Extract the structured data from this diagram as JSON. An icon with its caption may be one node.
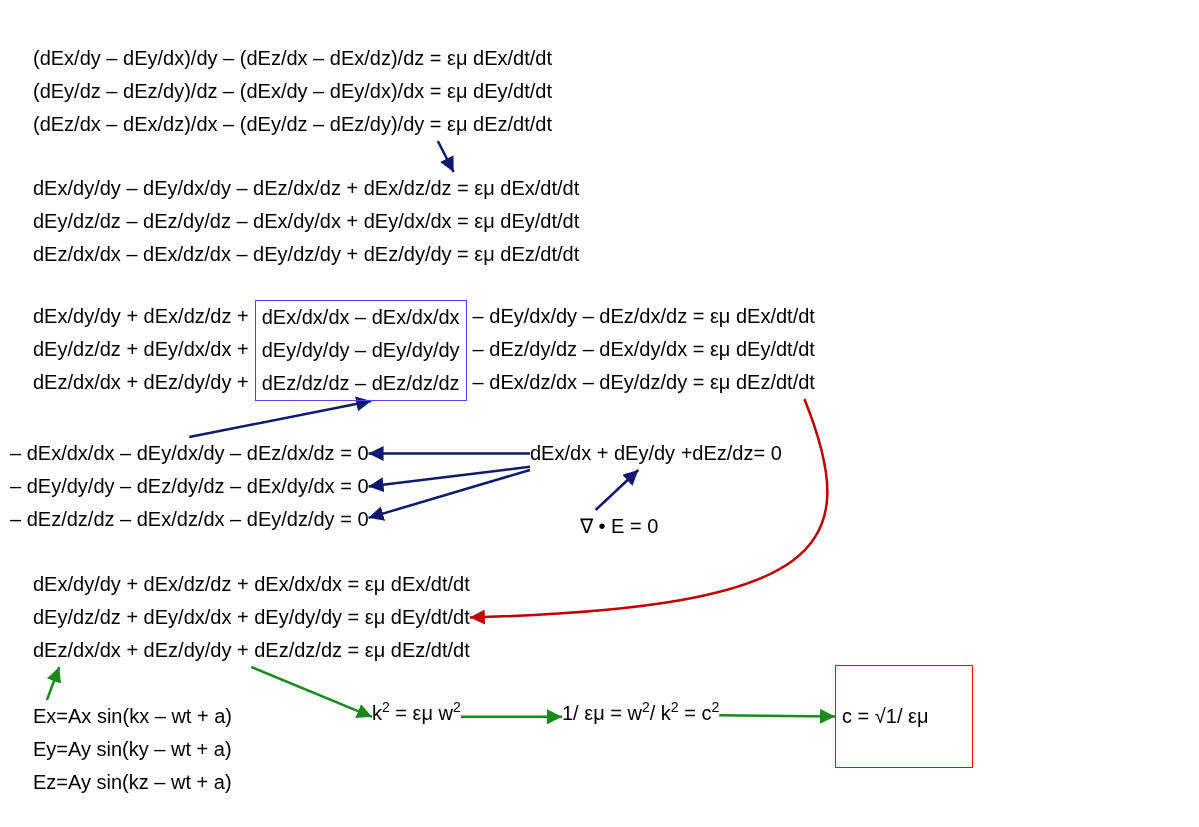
{
  "diagram": {
    "nodes": [
      {
        "text": [
          "(dEx/dy – dEy/dx)/dy – (dEz/dx – dEx/dz)/dz = εμ dEx/dt/dt",
          "(dEy/dz – dEz/dy)/dz – (dEx/dy – dEy/dx)/dx = εμ dEy/dt/dt",
          "(dEz/dx – dEx/dz)/dx – (dEy/dz – dEz/dy)/dy = εμ dEz/dt/dt"
        ]
      },
      {
        "text": [
          "dEx/dy/dy – dEy/dx/dy – dEz/dx/dz + dEx/dz/dz = εμ dEx/dt/dt",
          "dEy/dz/dz – dEz/dy/dz – dEx/dy/dx + dEy/dx/dx = εμ dEy/dt/dt",
          "dEz/dx/dx – dEx/dz/dx – dEy/dz/dy + dEz/dy/dy = εμ dEz/dt/dt"
        ]
      },
      {
        "text": [
          "dEx/dx/dx – dEx/dx/dx",
          "dEy/dy/dy – dEy/dy/dy",
          "dEz/dz/dz – dEz/dz/dz"
        ]
      },
      {
        "text": [
          "– dEy/dx/dy – dEz/dx/dz = εμ dEx/dt/dt",
          "– dEz/dy/dz – dEx/dy/dx = εμ dEy/dt/dt",
          "– dEx/dz/dx – dEy/dz/dy = εμ dEz/dt/dt"
        ]
      },
      {
        "text": [
          "– dEx/dx/dx – dEy/dx/dy – dEz/dx/dz = 0"
        ]
      },
      {
        "text": [
          "– dEy/dy/dy – dEz/dy/dz – dEx/dy/dx = 0"
        ]
      },
      {
        "text": [
          "– dEz/dz/dz – dEx/dz/dx – dEy/dz/dy = 0"
        ]
      },
      {
        "text": [
          "dEx/dx + dEy/dy +dEz/dz= 0"
        ]
      },
      {
        "text": [
          "∇ • E = 0"
        ]
      },
      {
        "text": [
          "dEx/dy/dy + dEx/dz/dz + dEx/dx/dx = εμ dEx/dt/dt",
          "dEy/dz/dz + dEy/dx/dx + dEy/dy/dy = εμ dEy/dt/dt",
          "dEz/dx/dx + dEz/dy/dy + dEz/dz/dz = εμ dEz/dt/dt"
        ]
      },
      {
        "text": [
          "Ex=Ax sin(kx – wt + a)",
          "Ey=Ay sin(ky – wt + a)",
          "Ez=Ay sin(kz – wt + a)"
        ]
      },
      {
        "text": [
          "k$^{2}$ = εμ w$^{2}$"
        ]
      },
      {
        "text": [
          "1/ εμ = w$^{2}$/ k$^{2}$ = c$^{2}$"
        ]
      },
      {
        "text": [
          "c = √1/ εμ"
        ]
      }
    ],
    "edges": [
      {
        "from": 0,
        "to": 1,
        "arrow": "to"
      },
      {
        "from": 4,
        "to": 2,
        "arrow": "to"
      },
      {
        "from": 7,
        "to": 4,
        "arrow": "to"
      },
      {
        "from": 7,
        "to": 5,
        "arrow": "to"
      },
      {
        "from": 7,
        "to": 6,
        "arrow": "to"
      },
      {
        "from": 8,
        "to": 7,
        "arrow": "to"
      },
      {
        "from": 3,
        "to": 9,
        "arrow": "to",
        "color": "#c00000"
      },
      {
        "from": 10,
        "to": 9,
        "arrow": "to",
        "color": "#1a8a1a"
      },
      {
        "from": 9,
        "to": 11,
        "arrow": "to",
        "color": "#1a8a1a"
      },
      {
        "from": 11,
        "to": 12,
        "arrow": "to",
        "color": "#1a8a1a"
      },
      {
        "from": 12,
        "to": 13,
        "arrow": "to",
        "color": "#1a8a1a"
      }
    ],
    "labels": [
      "dEx/dy/dy + dEx/dz/dz +",
      "dEy/dz/dz + dEy/dx/dx +",
      "dEz/dx/dx + dEz/dy/dy +"
    ]
  }
}
